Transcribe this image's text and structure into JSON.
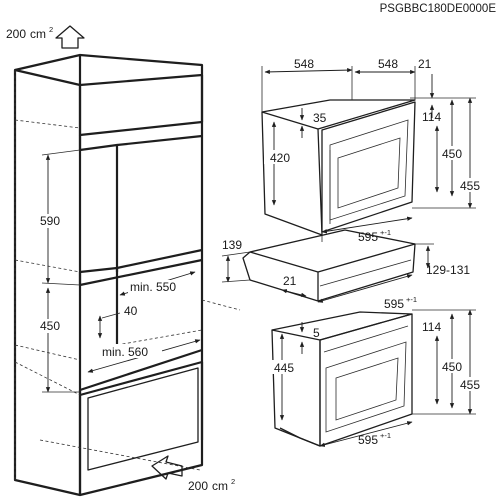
{
  "document_code": "PSGBBC180DE0000E",
  "airflow": {
    "top_value": "200",
    "bottom_value": "200",
    "unit": "cm",
    "unit_exp": "2"
  },
  "cabinet": {
    "height_upper": "590",
    "height_lower": "450",
    "min_depth": "min. 550",
    "min_width": "min. 560",
    "shelf_gap": "40"
  },
  "compact_oven": {
    "width_top": "548",
    "depth_top": "548",
    "back_offset": "21",
    "top_gap": "35",
    "body_height": "420",
    "front_offset": "114",
    "panel_height": "450",
    "total_height": "455",
    "front_width": "595",
    "front_width_tol": "+-1"
  },
  "drawer": {
    "height": "139",
    "depth_offset": "21",
    "front_width": "595",
    "front_width_tol": "+-1",
    "front_height": "129-131"
  },
  "oven": {
    "top_gap": "5",
    "body_height": "445",
    "front_offset": "114",
    "panel_height": "450",
    "total_height": "455",
    "front_width": "595",
    "front_width_tol": "+-1"
  }
}
